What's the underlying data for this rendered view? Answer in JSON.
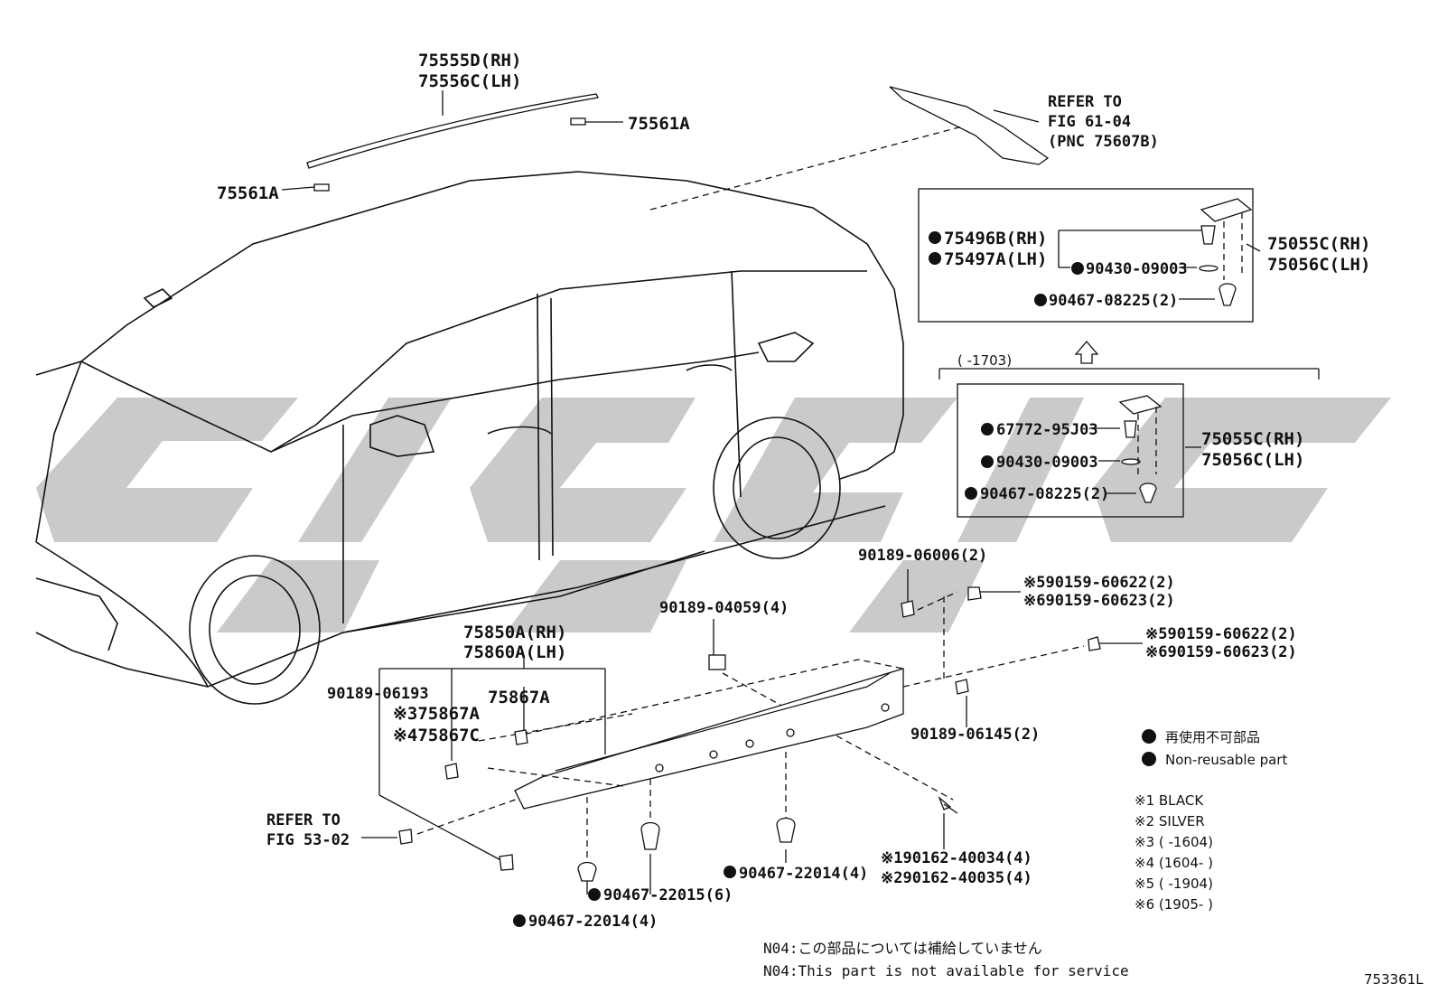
{
  "labels": {
    "moulding_rh": "75555D(RH)",
    "moulding_lh": "75556C(LH)",
    "clip_top": "75561A",
    "clip_left": "75561A",
    "refer_to": "REFER TO",
    "fig_61_04": "FIG 61-04",
    "pnc": "(PNC 75607B)",
    "box1_75496": "75496B(RH)",
    "box1_75497": "75497A(LH)",
    "box1_90430": "90430-09003",
    "box1_90467": "90467-08225(2)",
    "box1_75055": "75055C(RH)",
    "box1_75056": "75056C(LH)",
    "range_1703": "(     -1703)",
    "box2_67772": "67772-95J03",
    "box2_90430": "90430-09003",
    "box2_90467": "90467-08225(2)",
    "box2_75055": "75055C(RH)",
    "box2_75056": "75056C(LH)",
    "p_90189_06006": "90189-06006(2)",
    "p_m5_1": "※590159-60622(2)",
    "p_m6_1": "※690159-60623(2)",
    "p_m5_2": "※590159-60622(2)",
    "p_m6_2": "※690159-60623(2)",
    "p_90189_04059": "90189-04059(4)",
    "p_75850": "75850A(RH)",
    "p_75860": "75860A(LH)",
    "p_90189_06193": "90189-06193",
    "p_75867a_1": "※375867A",
    "p_75867a_2": "75867A",
    "p_75867c": "※475867C",
    "p_90189_06145": "90189-06145(2)",
    "refer_to_2": "REFER TO",
    "fig_53_02": "FIG 53-02",
    "p_22014_a": "90467-22014(4)",
    "p_22015": "90467-22015(6)",
    "p_22014_b": "90467-22014(4)",
    "p_40034": "※190162-40034(4)",
    "p_40035": "※290162-40035(4)",
    "legend_jp": "再使用不可部品",
    "legend_en": "Non-reusable part",
    "key1": "※1 BLACK",
    "key2": "※2 SILVER",
    "key3": "※3 (      -1604)",
    "key4": "※4 (1604-      )",
    "key5": "※5 (      -1904)",
    "key6": "※6 (1905-      )",
    "note_jp": "N04:この部品については補給していません",
    "note_en": "N04:This part is not available for service",
    "diagram_id": "753361L"
  }
}
